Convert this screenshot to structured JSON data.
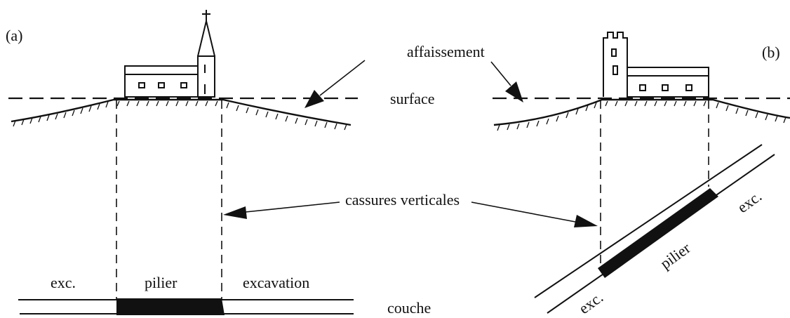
{
  "panels": {
    "a": {
      "tag": "(a)"
    },
    "b": {
      "tag": "(b)"
    }
  },
  "labels": {
    "subsidence": "affaissement",
    "surface": "surface",
    "vertical_cracks": "cassures verticales",
    "seam": "couche",
    "pillar_a": "pilier",
    "pillar_b": "pilier",
    "exc_short_a": "exc.",
    "excavation_a": "excavation",
    "exc_upper_b": "exc.",
    "exc_lower_b": "exc."
  },
  "icons": {
    "church": "church-icon",
    "castle": "castle-icon"
  }
}
